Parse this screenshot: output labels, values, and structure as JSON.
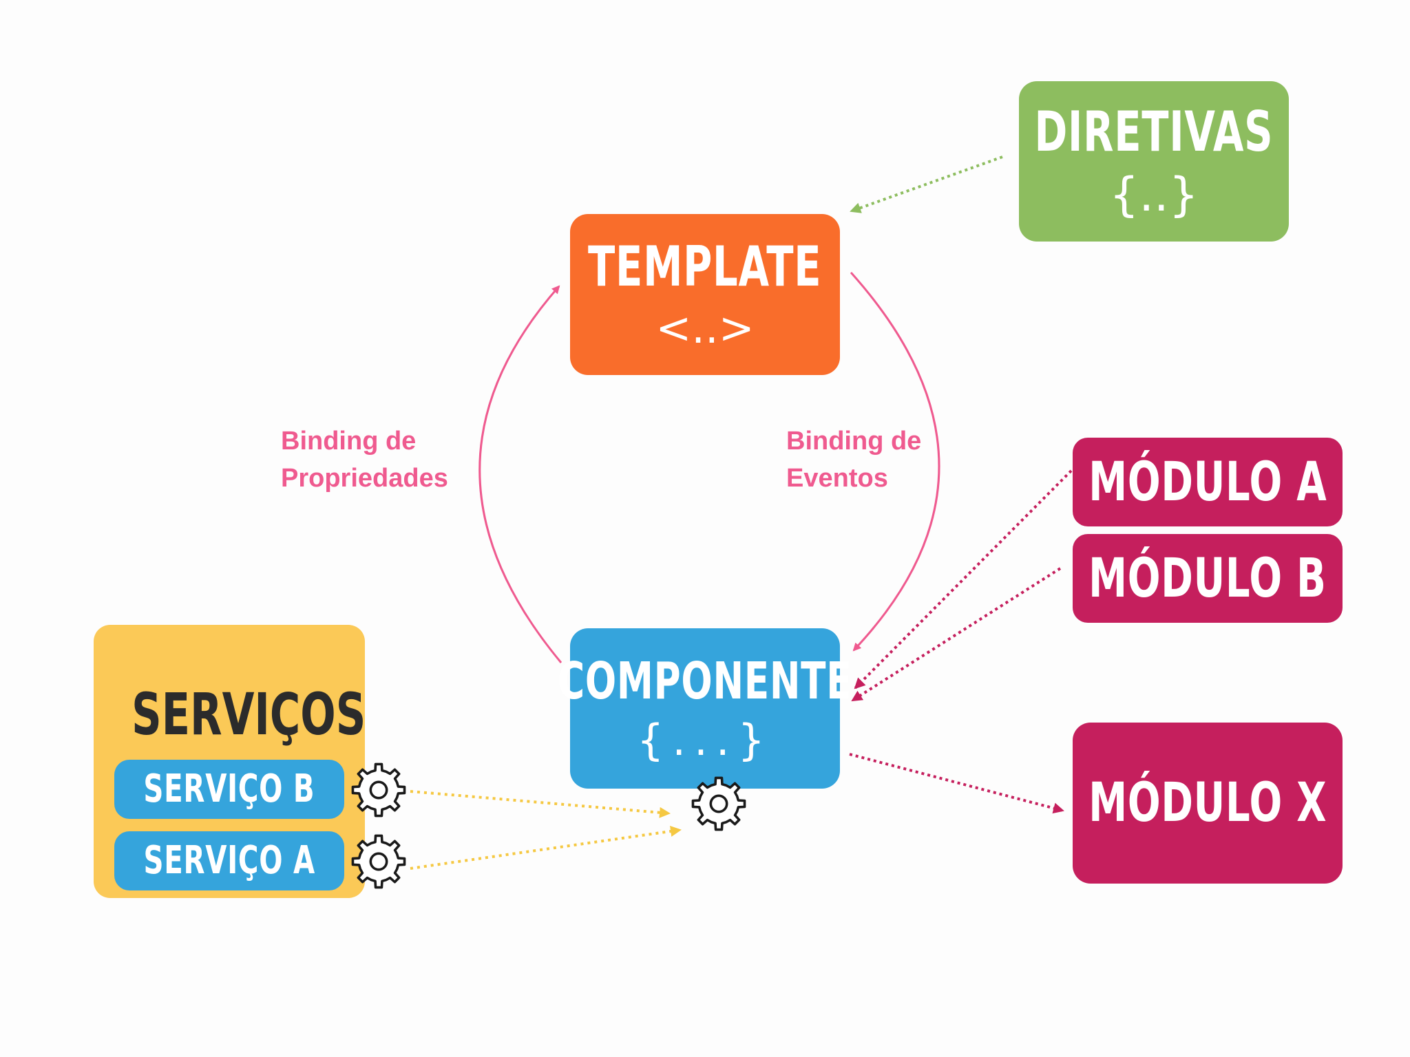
{
  "colors": {
    "template": "#f96d2b",
    "componente": "#35a4dc",
    "diretivas": "#8dbd5f",
    "modulo": "#c51f5d",
    "servicos": "#fbc957",
    "binding": "#ef5a8f",
    "services_arrow": "#f5c842"
  },
  "template": {
    "title": "TEMPLATE",
    "symbol": "<..>"
  },
  "componente": {
    "title": "COMPONENTE",
    "symbol": "{...}"
  },
  "diretivas": {
    "title": "DIRETIVAS",
    "symbol": "{..}"
  },
  "modulos": {
    "a": "MÓDULO A",
    "b": "MÓDULO B",
    "x": "MÓDULO X"
  },
  "servicos": {
    "title": "SERVIÇOS",
    "b": "SERVIÇO B",
    "a": "SERVIÇO A"
  },
  "bindings": {
    "propriedades": [
      "Binding de",
      "Propriedades"
    ],
    "eventos": [
      "Binding de",
      "Eventos"
    ]
  },
  "icons": [
    "gear-icon"
  ]
}
